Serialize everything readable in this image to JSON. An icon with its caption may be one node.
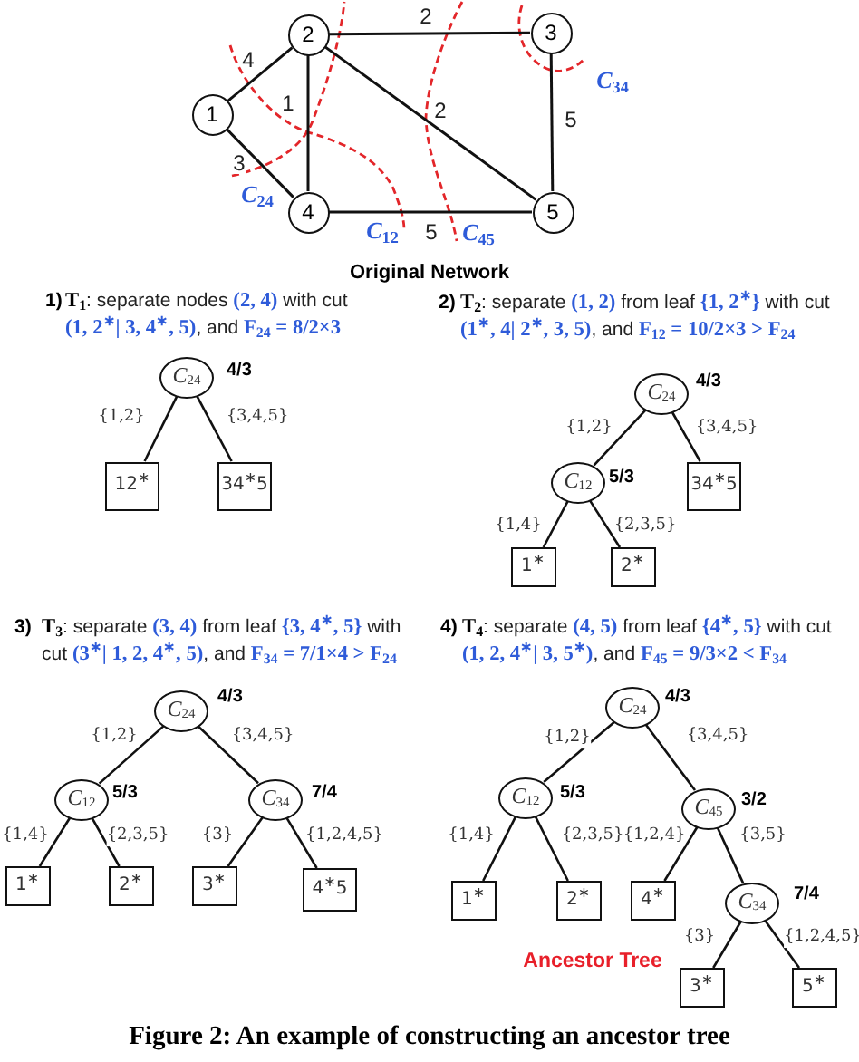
{
  "diagram": {
    "caption": "Figure 2: An example of constructing an ancestor tree",
    "nodes": [
      {
        "text": [
          "1"
        ]
      },
      {
        "text": [
          "2"
        ]
      },
      {
        "text": [
          "3"
        ]
      },
      {
        "text": [
          "4"
        ]
      },
      {
        "text": [
          "5"
        ]
      },
      {
        "text": [
          "C$_{24}$"
        ],
        "beside": [
          "4/3"
        ]
      },
      {
        "text": [
          "12$^{∗}$"
        ]
      },
      {
        "text": [
          "34$^{∗}$5"
        ]
      },
      {
        "text": [
          "C$_{24}$"
        ],
        "beside": [
          "4/3"
        ]
      },
      {
        "text": [
          "C$_{12}$"
        ],
        "beside": [
          "5/3"
        ]
      },
      {
        "text": [
          "34$^{∗}$5"
        ]
      },
      {
        "text": [
          "1$^{∗}$"
        ]
      },
      {
        "text": [
          "2$^{∗}$"
        ]
      },
      {
        "text": [
          "C$_{24}$"
        ],
        "beside": [
          "4/3"
        ]
      },
      {
        "text": [
          "C$_{12}$"
        ],
        "beside": [
          "5/3"
        ]
      },
      {
        "text": [
          "C$_{34}$"
        ],
        "beside": [
          "7/4"
        ]
      },
      {
        "text": [
          "1$^{∗}$"
        ]
      },
      {
        "text": [
          "2$^{∗}$"
        ]
      },
      {
        "text": [
          "3$^{∗}$"
        ]
      },
      {
        "text": [
          "4$^{∗}$5"
        ]
      },
      {
        "text": [
          "C$_{24}$"
        ],
        "beside": [
          "4/3"
        ]
      },
      {
        "text": [
          "C$_{12}$"
        ],
        "beside": [
          "5/3"
        ]
      },
      {
        "text": [
          "C$_{45}$"
        ],
        "beside": [
          "3/2"
        ]
      },
      {
        "text": [
          "1$^{∗}$"
        ]
      },
      {
        "text": [
          "2$^{∗}$"
        ]
      },
      {
        "text": [
          "4$^{∗}$"
        ]
      },
      {
        "text": [
          "C$_{34}$"
        ],
        "beside": [
          "7/4"
        ]
      },
      {
        "text": [
          "3$^{∗}$"
        ]
      },
      {
        "text": [
          "5$^{∗}$"
        ]
      }
    ],
    "edges": [
      {
        "from": 0,
        "to": 1,
        "arrow": "none",
        "label": "4"
      },
      {
        "from": 0,
        "to": 3,
        "arrow": "none",
        "label": "3"
      },
      {
        "from": 1,
        "to": 3,
        "arrow": "none",
        "label": "1"
      },
      {
        "from": 1,
        "to": 2,
        "arrow": "none",
        "label": "2"
      },
      {
        "from": 1,
        "to": 4,
        "arrow": "none",
        "label": "2"
      },
      {
        "from": 2,
        "to": 4,
        "arrow": "none",
        "label": "5"
      },
      {
        "from": 3,
        "to": 4,
        "arrow": "none",
        "label": "5"
      },
      {
        "from": 5,
        "to": 6,
        "arrow": "none",
        "label": "{1,2}"
      },
      {
        "from": 5,
        "to": 7,
        "arrow": "none",
        "label": "{3,4,5}"
      },
      {
        "from": 8,
        "to": 9,
        "arrow": "none",
        "label": "{1,2}"
      },
      {
        "from": 8,
        "to": 10,
        "arrow": "none",
        "label": "{3,4,5}"
      },
      {
        "from": 9,
        "to": 11,
        "arrow": "none",
        "label": "{1,4}"
      },
      {
        "from": 9,
        "to": 12,
        "arrow": "none",
        "label": "{2,3,5}"
      },
      {
        "from": 13,
        "to": 14,
        "arrow": "none",
        "label": "{1,2}"
      },
      {
        "from": 13,
        "to": 15,
        "arrow": "none",
        "label": "{3,4,5}"
      },
      {
        "from": 14,
        "to": 16,
        "arrow": "none",
        "label": "{1,4}"
      },
      {
        "from": 14,
        "to": 17,
        "arrow": "none",
        "label": "{2,3,5}"
      },
      {
        "from": 15,
        "to": 18,
        "arrow": "none",
        "label": "{3}"
      },
      {
        "from": 15,
        "to": 19,
        "arrow": "none",
        "label": "{1,2,4,5}"
      },
      {
        "from": 20,
        "to": 21,
        "arrow": "none",
        "label": "{1,2}"
      },
      {
        "from": 20,
        "to": 22,
        "arrow": "none",
        "label": "{3,4,5}"
      },
      {
        "from": 21,
        "to": 23,
        "arrow": "none",
        "label": "{1,4}"
      },
      {
        "from": 21,
        "to": 24,
        "arrow": "none",
        "label": "{2,3,5}"
      },
      {
        "from": 22,
        "to": 25,
        "arrow": "none",
        "label": "{1,2,4}"
      },
      {
        "from": 22,
        "to": 26,
        "arrow": "none",
        "label": "{3,5}"
      },
      {
        "from": 26,
        "to": 27,
        "arrow": "none",
        "label": "{3}"
      },
      {
        "from": 26,
        "to": 28,
        "arrow": "none",
        "label": "{1,2,4,5}"
      }
    ],
    "labels": [
      "C$_{34}$",
      "C$_{24}$",
      "C$_{12}$",
      "C$_{45}$",
      "Original Network",
      "1)",
      "**T$_{1}$**: separate nodes **(2, 4)** with cut **(1, 2$^{∗}$| 3, 4$^{∗}$, 5)**, and **F$_{24}$ = 8/2×3**",
      "2)",
      "**T$_{2}$**: separate **(1, 2)** from leaf **{1, 2$^{∗}$}** with cut **(1$^{∗}$, 4| 2$^{∗}$, 3, 5)**, and **F$_{12}$ = 10/2×3 > F$_{24}$**",
      "3)",
      "**T$_{3}$**: separate **(3, 4)** from leaf **{3, 4$^{∗}$, 5}** with cut **(3$^{∗}$| 1, 2, 4$^{∗}$, 5)**, and **F$_{34}$ = 7/1×4 > F$_{24}$**",
      "4)",
      "**T$_{4}$**: separate **(4, 5)** from leaf **{4$^{∗}$, 5}** with cut **(1, 2, 4$^{∗}$| 3, 5$^{∗}$)**, and **F$_{45}$ = 9/3×2 < F$_{34}$**",
      "Ancestor Tree"
    ]
  }
}
